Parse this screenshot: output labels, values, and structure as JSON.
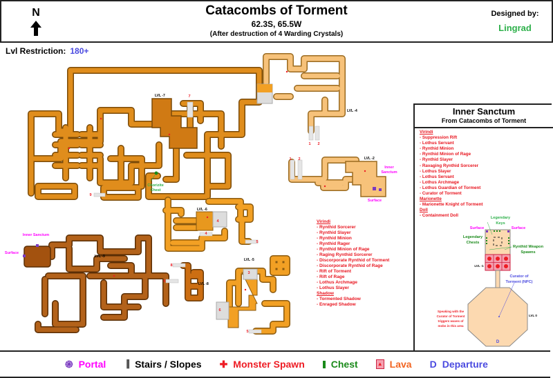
{
  "header": {
    "north": "N",
    "title": "Catacombs of Torment",
    "coords": "62.3S, 65.5W",
    "subtitle": "(After destruction of 4 Warding Crystals)",
    "designed_by_label": "Designed by:",
    "designer": "Lingrad"
  },
  "level_restriction": {
    "label": "Lvl Restriction:",
    "value": "180+"
  },
  "map_labels": {
    "lvl_7": "LVL -7",
    "lvl_4": "LVL -4",
    "lvl_2": "LVL -2",
    "lvl_6": "LVL -6",
    "lvl_5": "LVL -5",
    "lvl_9": "LVL -9",
    "lvl_8": "LVL -8",
    "chorizite_chest": [
      "Chorizite",
      "Chest"
    ],
    "inner_sanctum_right": [
      "Inner",
      "Sanctum"
    ],
    "surface_right": "Surface",
    "inner_sanctum_left": "Inner Sanctum",
    "surface_left": "Surface",
    "stairs": [
      "1",
      "2",
      "1",
      "2",
      "3",
      "4",
      "4",
      "5",
      "5",
      "6",
      "6",
      "7",
      "8",
      "9"
    ]
  },
  "monster_list": {
    "groups": [
      {
        "name": "Virindi",
        "items": [
          "- Rynthid Sorcerer",
          "- Rynthid Slayer",
          "- Rynthid Minion",
          "- Rynthid Rager",
          "- Rynthid Minion of Rage",
          "- Raging Rynthid Sorcerer",
          "- Discorporate Rynthid of Torment",
          "- Discorporate Rynthid of Rage",
          "- Rift of Torment",
          "- Rift of Rage",
          "- Lothus Archmage",
          "- Lothus Slayer"
        ]
      },
      {
        "name": "Shadow",
        "items": [
          "- Tormented Shadow",
          "- Enraged Shadow"
        ]
      }
    ]
  },
  "inner_sanctum": {
    "title": "Inner Sanctum",
    "subtitle": "From Catacombs of Torment",
    "groups": [
      {
        "name": "Virindi",
        "items": [
          "- Suppression Rift",
          "- Lothus Servant",
          "- Rynthid Minion",
          "- Rynthid Minion of Rage",
          "- Rynthid Slayer",
          "- Ravaging Rynthid Sorcerer",
          "- Lothus Slayer",
          "- Lothus Servant",
          "- Lothus Archmage",
          "- Lothus Guardian of Torment",
          "- Curator of Torment"
        ]
      },
      {
        "name": "Marionette",
        "items": [
          "- Marionette Knight of Torment"
        ]
      },
      {
        "name": "Doll",
        "items": [
          "- Containment Doll"
        ]
      }
    ],
    "labels": {
      "legendary_keys": [
        "Legendary",
        "Keys"
      ],
      "surface_left": "Surface",
      "surface_right": "Surface",
      "legendary_chests": [
        "Legendary",
        "Chests"
      ],
      "weapon_spawns": [
        "Rynthid Weapon",
        "Spawns"
      ],
      "lvl_1": "LVL -1",
      "curator": [
        "Curator of",
        "Torment (NPC)"
      ],
      "warning": [
        "Speaking with the",
        "Curator of Torment",
        "triggers waves of",
        "mobs in this area"
      ],
      "lvl_0": "LVL 0",
      "departure": "D"
    }
  },
  "legend": [
    {
      "icon": "portal-icon",
      "label": "Portal",
      "color": "#ff00ff"
    },
    {
      "icon": "stairs-icon",
      "label": "Stairs / Slopes",
      "color": "#000000"
    },
    {
      "icon": "monster-spawn-icon",
      "label": "Monster Spawn",
      "color": "#ee1c24"
    },
    {
      "icon": "chest-icon",
      "label": "Chest",
      "color": "#1a8a1a"
    },
    {
      "icon": "lava-icon",
      "label": "Lava",
      "color": "#f26522"
    },
    {
      "icon": "departure-icon",
      "label": "Departure",
      "color": "#4a4ae0"
    }
  ]
}
